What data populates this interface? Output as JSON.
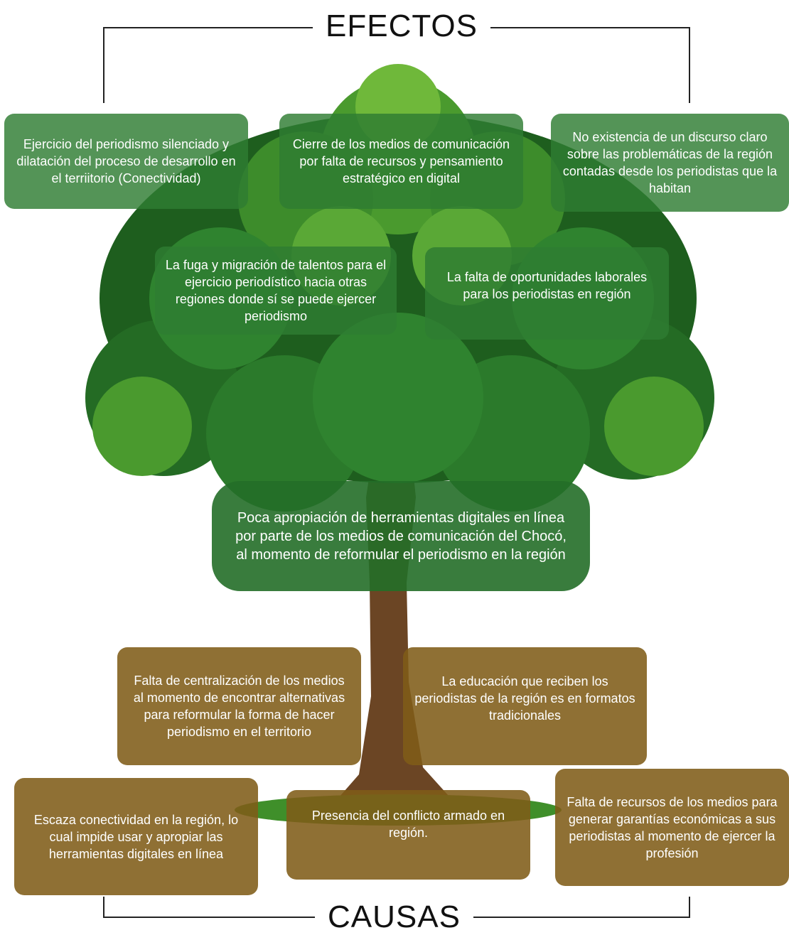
{
  "headings": {
    "effects": "EFECTOS",
    "causes": "CAUSAS"
  },
  "effects": [
    "Ejercicio del periodismo silenciado y dilatación del proceso de desarrollo en el terriitorio (Conectividad)",
    "Cierre de los medios de comunicación por falta de recursos y pensamiento estratégico en digital",
    "No existencia de un discurso claro sobre las problemáticas de la región contadas desde los periodistas que la habitan",
    "La fuga y migración de talentos para el ejercicio periodístico hacia otras regiones donde sí se puede ejercer periodismo",
    "La falta de oportunidades laborales para los periodistas en región"
  ],
  "core_problem": "Poca apropiación de herramientas digitales en línea por parte de los medios de comunicación del Chocó, al momento de reformular el periodismo en la región",
  "causes": [
    "Falta de centralización de los medios al momento de encontrar alternativas para reformular la forma de hacer periodismo en el territorio",
    "La educación que reciben los periodistas de la región es en formatos tradicionales",
    "Escaza conectividad en la región, lo cual impide usar y apropiar las herramientas digitales en línea",
    "Presencia del conflicto armado en región.",
    "Falta de recursos de los medios para generar garantías económicas a sus periodistas al momento de ejercer la profesión"
  ],
  "colors": {
    "effect_box": "#2e7d32",
    "cause_box": "#7f5c18",
    "foliage_dark": "#1e5e1e",
    "foliage_light": "#6fb83a",
    "trunk": "#6b4524",
    "grass": "#3f8f2a"
  }
}
